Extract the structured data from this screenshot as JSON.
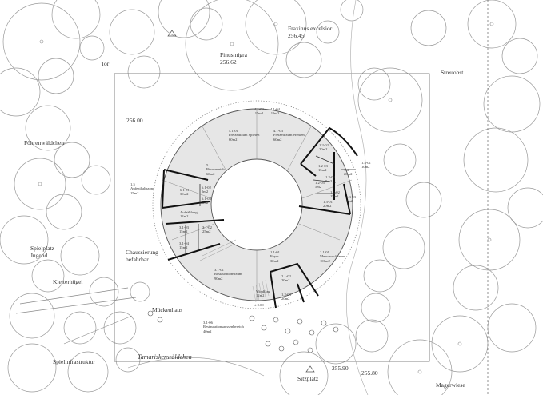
{
  "site_labels": {
    "tor": "Tor",
    "streuobst": "Streuobst",
    "foehrenwaeldchen": "Föhrenwäldchen",
    "spielplatz": "Spielplatz",
    "spielplatz2": "Jugend",
    "kletterhuegel": "Kletterhügel",
    "chaussierung": "Chaussierung",
    "chaussierung2": "befahrbar",
    "mueckenhaus": "Mückenhaus",
    "spielinfrastruktur": "Spielinfrastruktur",
    "tamariskenwaeldchen": "Tamariskenwäldchen",
    "sitzplatz": "Sitzplatz",
    "magerwiese": "Magerwiese",
    "fraxinus": "Fraxinus excelsior",
    "fraxinus_level": "256.45",
    "pinus": "Pinus nigra",
    "pinus_level": "256.62"
  },
  "levels": {
    "l256_00": "256.00",
    "l255_90": "255.90",
    "l255_80": "255.80",
    "l0_00": "± 0.00"
  },
  "rooms": {
    "r4102": [
      "4.1-02",
      "15m2"
    ],
    "r4104": [
      "4.1-04",
      "15m2"
    ],
    "r4101": [
      "4.1-01",
      "Freizeitraum Spielen",
      "60m2"
    ],
    "r4103": [
      "4.1-03",
      "Freizeitraum Werken",
      "60m2"
    ],
    "r51": [
      "5.1",
      "Bürobereich",
      "60m2"
    ],
    "r15": [
      "1.5",
      "Aufenthaltszone",
      "15m2"
    ],
    "r6101": [
      "6.1-01",
      "30m2"
    ],
    "r6102": [
      "6.1-02",
      "5m2"
    ],
    "r6103": [
      "6.1-03",
      "5m2"
    ],
    "rAufz": [
      "Aufzählung",
      "12m2"
    ],
    "r3103": [
      "3.1-03",
      "15m2"
    ],
    "r3102": [
      "3.1-02",
      "25m2"
    ],
    "r3104": [
      "3.1-04",
      "15m2"
    ],
    "r1202": [
      "1.2-02",
      "20m2"
    ],
    "r1203": [
      "1.2-03",
      "15m2"
    ],
    "r1204": [
      "1.2-04",
      "5m2"
    ],
    "r1205": [
      "1.2-05",
      "5m2"
    ],
    "r14": [
      "1.4",
      "20m2"
    ],
    "r1401": [
      "1.4-01",
      "10m2"
    ],
    "r1302": [
      "1.3-02",
      "15m2"
    ],
    "r1303": [
      "1.3-03",
      "5m2"
    ],
    "r1301": [
      "1.3-01",
      "20m2"
    ],
    "r1101": [
      "1.1-01",
      "Foyer",
      "30m2"
    ],
    "r2101": [
      "2.1-01",
      "Mehrzweckraum",
      "100m2"
    ],
    "r3101": [
      "3.1-01",
      "Restaurationsraum",
      "90m2"
    ],
    "rWind": [
      "Windfang",
      "12m2"
    ],
    "r2102": [
      "2.1-02",
      "20m2"
    ],
    "r2103": [
      "1.2-03",
      "20m2"
    ],
    "r3106": [
      "3.1-06",
      "Restaurationsaussenbereich",
      "40m2"
    ]
  }
}
